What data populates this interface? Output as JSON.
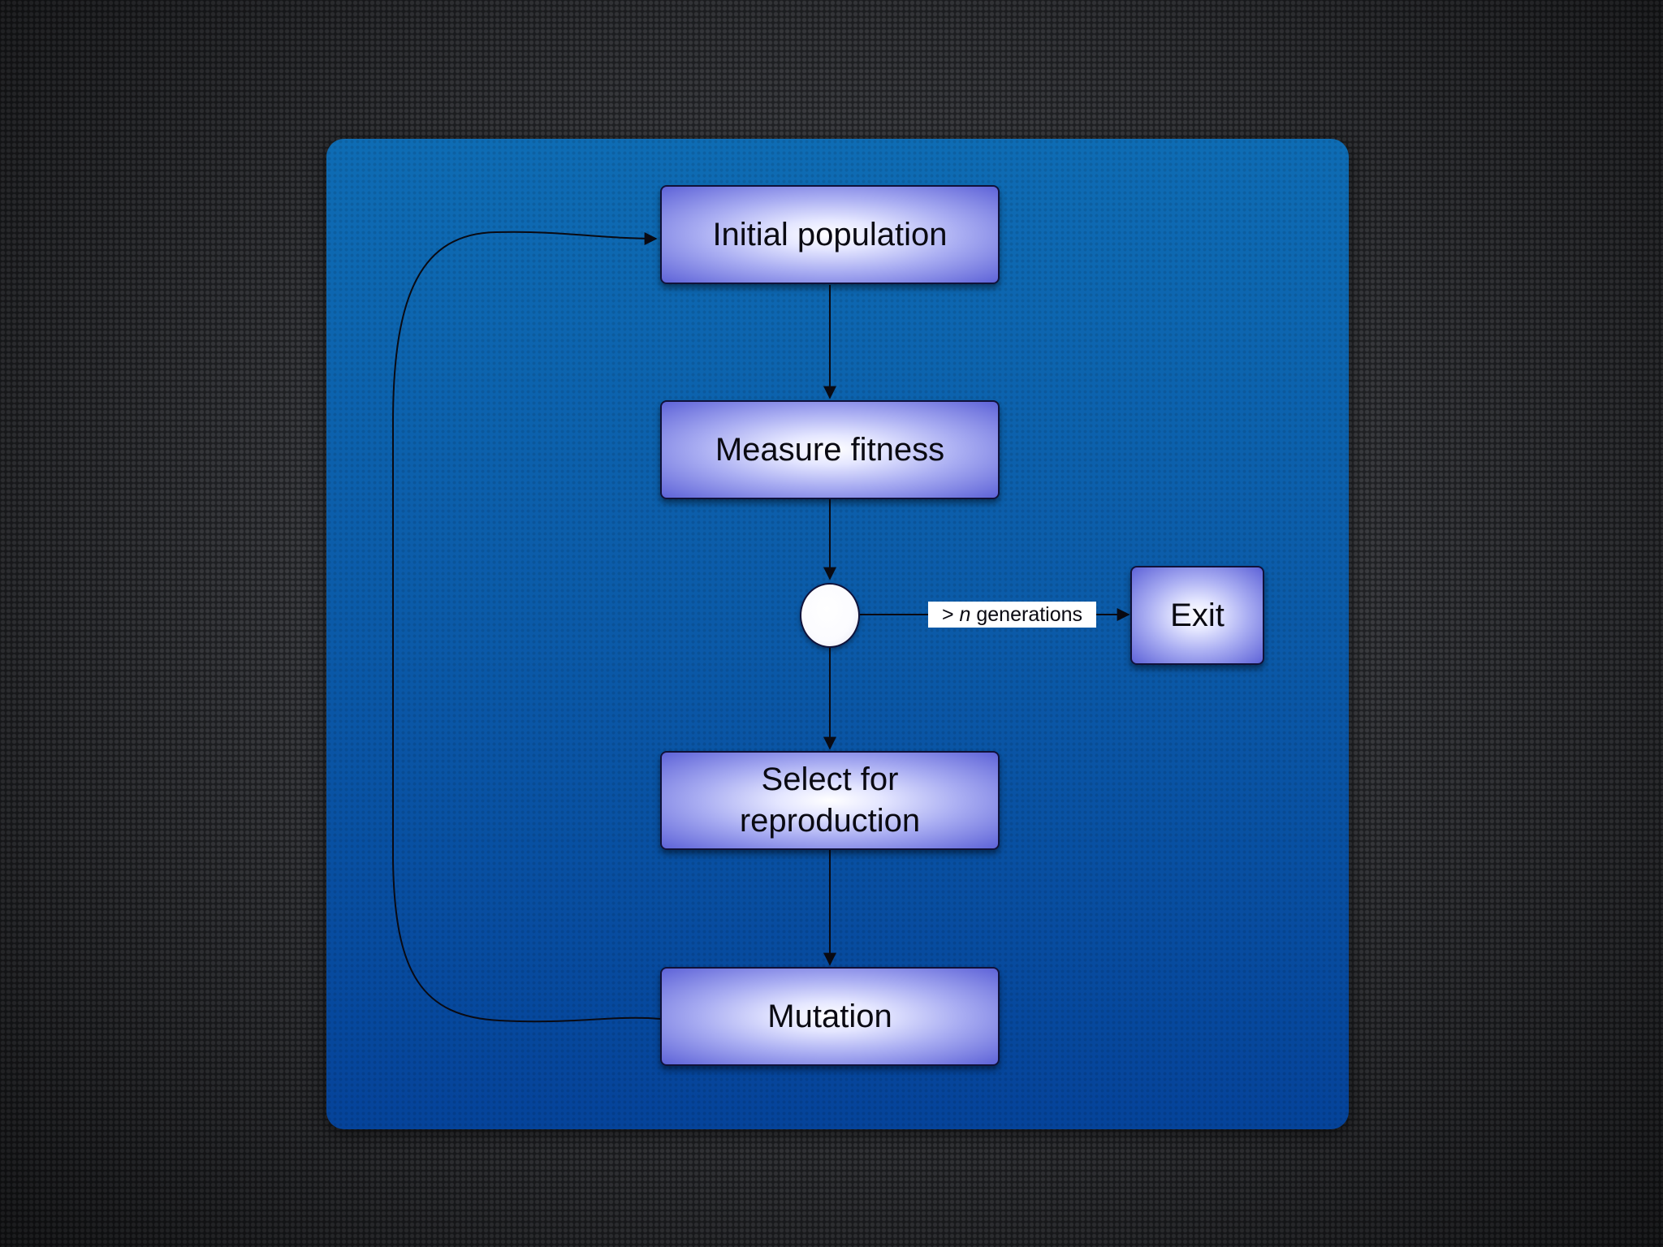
{
  "diagram": {
    "nodes": {
      "initial_population": "Initial population",
      "measure_fitness": "Measure fitness",
      "select_line1": "Select for",
      "select_line2": "reproduction",
      "mutation": "Mutation",
      "exit": "Exit"
    },
    "edge_label": {
      "prefix": ">",
      "variable": "n",
      "suffix": "generations"
    },
    "edges": [
      {
        "from": "initial_population",
        "to": "measure_fitness"
      },
      {
        "from": "measure_fitness",
        "to": "decision"
      },
      {
        "from": "decision",
        "to": "exit",
        "label": "> n generations"
      },
      {
        "from": "decision",
        "to": "select_for_reproduction"
      },
      {
        "from": "select_for_reproduction",
        "to": "mutation"
      },
      {
        "from": "mutation",
        "to": "initial_population"
      }
    ],
    "colors": {
      "panel": "#0b5aa8",
      "node_center": "#ffffff",
      "node_edge": "#5e63d8",
      "line": "#0a0a12"
    }
  }
}
